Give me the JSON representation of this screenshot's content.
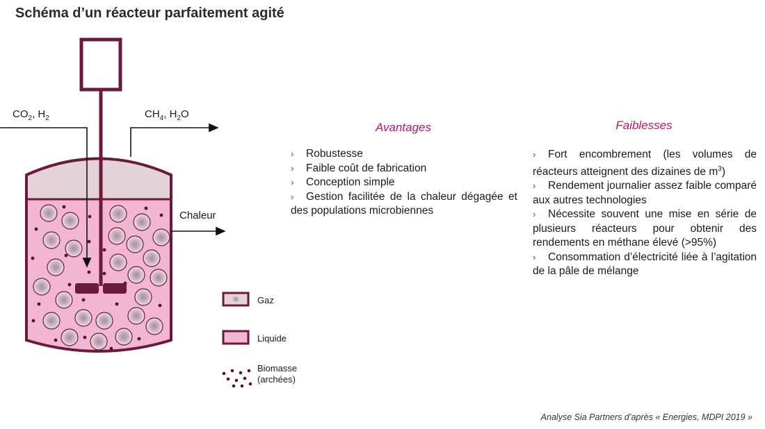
{
  "title": "Schéma d’un réacteur parfaitement agité",
  "diagram": {
    "inlet_label": {
      "a": "CO",
      "a_sub": "2",
      "sep": ", H",
      "b_sub": "2"
    },
    "outlet_label": {
      "a": "CH",
      "a_sub": "4",
      "sep": ", H",
      "b_sub": "2",
      "end": "O"
    },
    "heat_label": "Chaleur",
    "colors": {
      "frame": "#6b1a3e",
      "gas": "#e3d3d8",
      "liquid": "#f2b6d2",
      "bubble": "#c9a7b7",
      "dot": "#5a0f2c"
    }
  },
  "legend": {
    "gas": "Gaz",
    "liquid": "Liquide",
    "biomass_line1": "Biomasse",
    "biomass_line2": "(archées)"
  },
  "advantages": {
    "heading": "Avantages",
    "items": [
      "Robustesse",
      "Faible coût de fabrication",
      "Conception simple",
      "Gestion facilitée de la chaleur dégagée et des populations microbiennes"
    ]
  },
  "weaknesses": {
    "heading": "Faiblesses",
    "item1_pre": "Fort encombrement (les volumes de réacteurs atteignent des dizaines  de m",
    "item1_sup": "3",
    "item1_post": ")",
    "items": [
      "Rendement journalier assez faible comparé aux autres technologies",
      "Nécessite souvent une mise en série de plusieurs réacteurs pour obtenir des rendements en méthane élevé (>95%)",
      "Consommation d’électricité liée à l’agitation de la pâle de mélange"
    ]
  },
  "source": "Analyse Sia Partners d’après « Energies, MDPI 2019 »",
  "bullet_glyph": "›"
}
